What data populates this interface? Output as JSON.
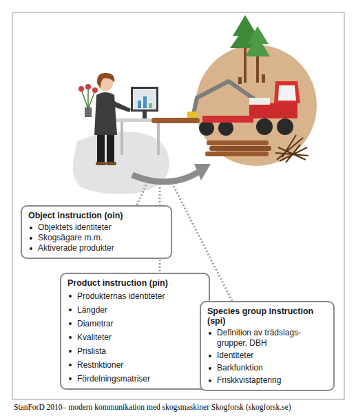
{
  "diagram": {
    "caption": "StanForD 2010– modern kommunikation med skogsmaskiner Skogforsk (skogforsk.se)",
    "nodes": [
      {
        "text": [
          "Object instruction (oin)",
          "Objektets identiteter",
          "Skogsägare m.m.",
          "Aktiverade produkter"
        ]
      },
      {
        "text": [
          "Product instruction (pin)",
          "Produkternas identiteter",
          "Längder",
          "Diametrar",
          "Kvaliteter",
          "Prislista",
          "Restriktioner",
          "Fördelningsmatriser"
        ]
      },
      {
        "text": [
          "Species group instruction (spi)",
          "Definition av trädslags- grupper, DBH",
          "Identiteter",
          "Barkfunktion",
          "Friskkvistaptering"
        ]
      }
    ]
  }
}
